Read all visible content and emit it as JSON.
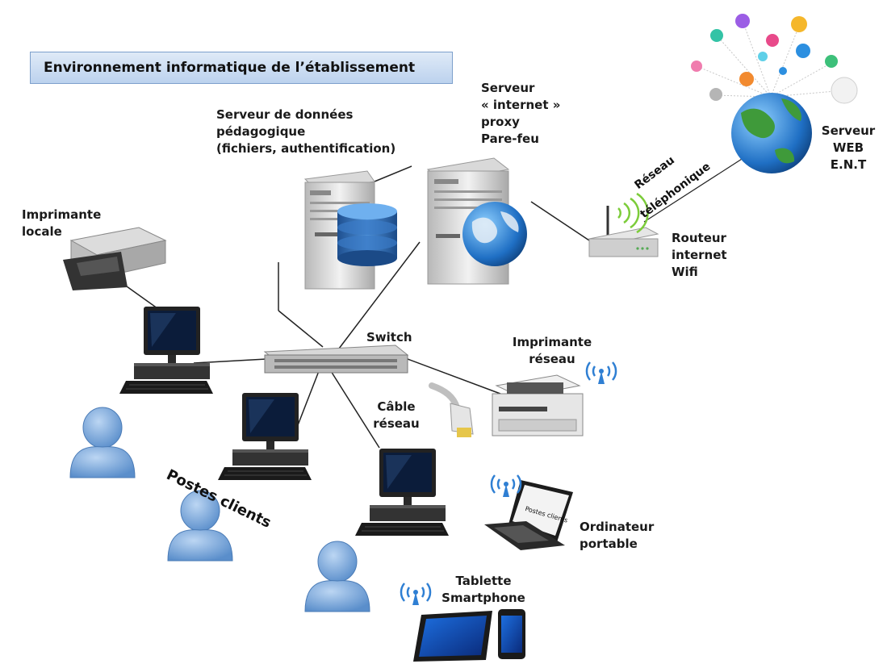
{
  "title": "Environnement informatique de l’établissement",
  "labels": {
    "data_server": [
      "Serveur de données",
      "pédagogique",
      "(fichiers, authentification)"
    ],
    "internet_server": [
      "Serveur",
      "« internet »",
      "proxy",
      "Pare-feu"
    ],
    "web_server": [
      "Serveur",
      "WEB",
      "E.N.T"
    ],
    "phone_network": [
      "Réseau",
      "téléphonique"
    ],
    "router": [
      "Routeur",
      "internet",
      "Wifi"
    ],
    "local_printer": [
      "Imprimante",
      "locale"
    ],
    "switch": "Switch",
    "network_printer": [
      "Imprimante",
      "réseau"
    ],
    "cable": [
      "Câble",
      "réseau"
    ],
    "client_posts": "Postes clients",
    "laptop": [
      "Ordinateur",
      "portable"
    ],
    "laptop_screen": "Postes clients",
    "tablet": [
      "Tablette",
      "Smartphone"
    ]
  },
  "colors": {
    "title_bg": "#c9dbf2",
    "user_blue": "#6d9fd8",
    "wifi_blue": "#2f7fd3",
    "signal_green": "#7ccc3a"
  },
  "icons": [
    "cloud-apps-icon",
    "globe-icon",
    "server-icon",
    "database-icon",
    "router-icon",
    "printer-icon",
    "switch-icon",
    "desktop-icon",
    "user-icon",
    "laptop-icon",
    "tablet-icon",
    "smartphone-icon",
    "wifi-icon",
    "cable-icon"
  ]
}
